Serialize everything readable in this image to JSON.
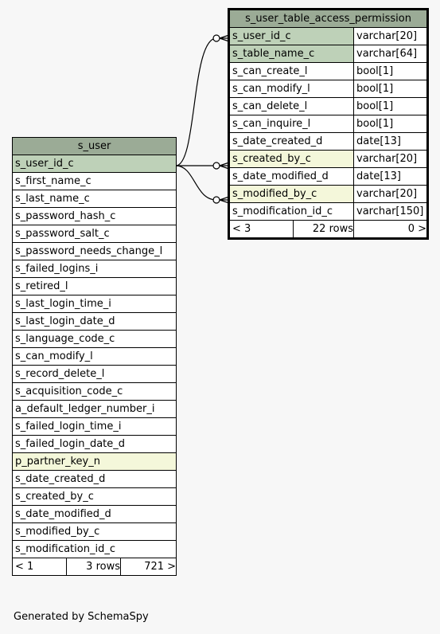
{
  "permission_table": {
    "name": "s_user_table_access_permission",
    "columns": [
      {
        "name": "s_user_id_c",
        "type": "varchar[20]",
        "kind": "pk"
      },
      {
        "name": "s_table_name_c",
        "type": "varchar[64]",
        "kind": "pk"
      },
      {
        "name": "s_can_create_l",
        "type": "bool[1]",
        "kind": ""
      },
      {
        "name": "s_can_modify_l",
        "type": "bool[1]",
        "kind": ""
      },
      {
        "name": "s_can_delete_l",
        "type": "bool[1]",
        "kind": ""
      },
      {
        "name": "s_can_inquire_l",
        "type": "bool[1]",
        "kind": ""
      },
      {
        "name": "s_date_created_d",
        "type": "date[13]",
        "kind": ""
      },
      {
        "name": "s_created_by_c",
        "type": "varchar[20]",
        "kind": "fk"
      },
      {
        "name": "s_date_modified_d",
        "type": "date[13]",
        "kind": ""
      },
      {
        "name": "s_modified_by_c",
        "type": "varchar[20]",
        "kind": "fk"
      },
      {
        "name": "s_modification_id_c",
        "type": "varchar[150]",
        "kind": ""
      }
    ],
    "footer": {
      "parents": "< 3",
      "rows": "22 rows",
      "children": "0 >"
    }
  },
  "user_table": {
    "name": "s_user",
    "columns": [
      {
        "name": "s_user_id_c",
        "kind": "pk"
      },
      {
        "name": "s_first_name_c",
        "kind": ""
      },
      {
        "name": "s_last_name_c",
        "kind": ""
      },
      {
        "name": "s_password_hash_c",
        "kind": ""
      },
      {
        "name": "s_password_salt_c",
        "kind": ""
      },
      {
        "name": "s_password_needs_change_l",
        "kind": ""
      },
      {
        "name": "s_failed_logins_i",
        "kind": ""
      },
      {
        "name": "s_retired_l",
        "kind": ""
      },
      {
        "name": "s_last_login_time_i",
        "kind": ""
      },
      {
        "name": "s_last_login_date_d",
        "kind": ""
      },
      {
        "name": "s_language_code_c",
        "kind": ""
      },
      {
        "name": "s_can_modify_l",
        "kind": ""
      },
      {
        "name": "s_record_delete_l",
        "kind": ""
      },
      {
        "name": "s_acquisition_code_c",
        "kind": ""
      },
      {
        "name": "a_default_ledger_number_i",
        "kind": ""
      },
      {
        "name": "s_failed_login_time_i",
        "kind": ""
      },
      {
        "name": "s_failed_login_date_d",
        "kind": ""
      },
      {
        "name": "p_partner_key_n",
        "kind": "fk"
      },
      {
        "name": "s_date_created_d",
        "kind": ""
      },
      {
        "name": "s_created_by_c",
        "kind": ""
      },
      {
        "name": "s_date_modified_d",
        "kind": ""
      },
      {
        "name": "s_modified_by_c",
        "kind": ""
      },
      {
        "name": "s_modification_id_c",
        "kind": ""
      }
    ],
    "footer": {
      "parents": "< 1",
      "rows": "3 rows",
      "children": "721 >"
    }
  },
  "footer_text": "Generated by SchemaSpy",
  "colors": {
    "header": "#9bab96",
    "primary_key": "#bed1b8",
    "foreign_key": "#f4f7da"
  }
}
